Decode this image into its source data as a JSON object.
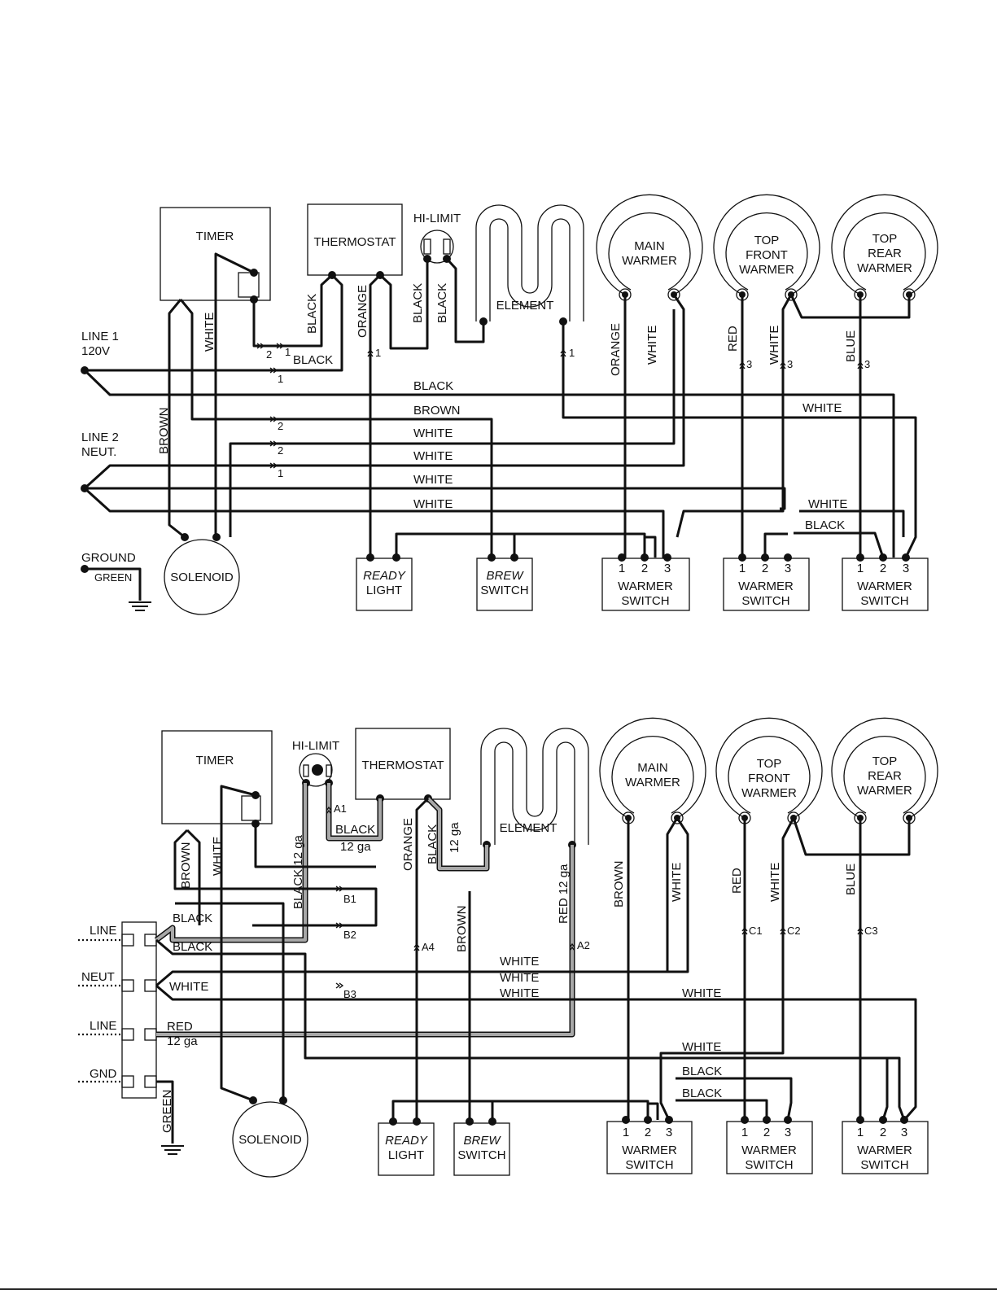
{
  "diagram1": {
    "components": {
      "timer": "TIMER",
      "thermostat": "THERMOSTAT",
      "hi_limit": "HI-LIMIT",
      "element": "ELEMENT",
      "main_warmer": [
        "MAIN",
        "WARMER"
      ],
      "top_front_warmer": [
        "TOP",
        "FRONT",
        "WARMER"
      ],
      "top_rear_warmer": [
        "TOP",
        "REAR",
        "WARMER"
      ],
      "solenoid": "SOLENOID",
      "ready_light": [
        "READY",
        "LIGHT"
      ],
      "brew_switch": [
        "BREW",
        "SWITCH"
      ],
      "warmer_switch": [
        "WARMER",
        "SWITCH"
      ],
      "switch_terminals": [
        "1",
        "2",
        "3"
      ]
    },
    "power": {
      "line1": [
        "LINE 1",
        "120V"
      ],
      "line2": [
        "LINE 2",
        "NEUT."
      ],
      "ground": "GROUND",
      "green": "GREEN"
    },
    "wire_labels": {
      "black": "BLACK",
      "brown": "BROWN",
      "white": "WHITE",
      "orange": "ORANGE",
      "red": "RED",
      "blue": "BLUE"
    },
    "connector_numbers": {
      "one": "1",
      "two": "2",
      "three": "3"
    }
  },
  "diagram2": {
    "components": {
      "timer": "TIMER",
      "thermostat": "THERMOSTAT",
      "hi_limit": "HI-LIMIT",
      "element": "ELEMENT",
      "main_warmer": [
        "MAIN",
        "WARMER"
      ],
      "top_front_warmer": [
        "TOP",
        "FRONT",
        "WARMER"
      ],
      "top_rear_warmer": [
        "TOP",
        "REAR",
        "WARMER"
      ],
      "solenoid": "SOLENOID",
      "ready_light": [
        "READY",
        "LIGHT"
      ],
      "brew_switch": [
        "BREW",
        "SWITCH"
      ],
      "warmer_switch": [
        "WARMER",
        "SWITCH"
      ],
      "switch_terminals": [
        "1",
        "2",
        "3"
      ]
    },
    "terminal_block": {
      "line_top": "LINE",
      "neut": "NEUT",
      "line_bottom": "LINE",
      "gnd": "GND",
      "green": "GREEN"
    },
    "wire_labels": {
      "black": "BLACK",
      "black_12ga": "BLACK 12 ga",
      "gauge_12": "12 ga",
      "brown": "BROWN",
      "white": "WHITE",
      "orange": "ORANGE",
      "red": "RED",
      "red_12ga": "RED 12 ga",
      "blue": "BLUE"
    },
    "connector_ids": {
      "a1": "A1",
      "a2": "A2",
      "a4": "A4",
      "b1": "B1",
      "b2": "B2",
      "b3": "B3",
      "c1": "C1",
      "c2": "C2",
      "c3": "C3"
    }
  }
}
